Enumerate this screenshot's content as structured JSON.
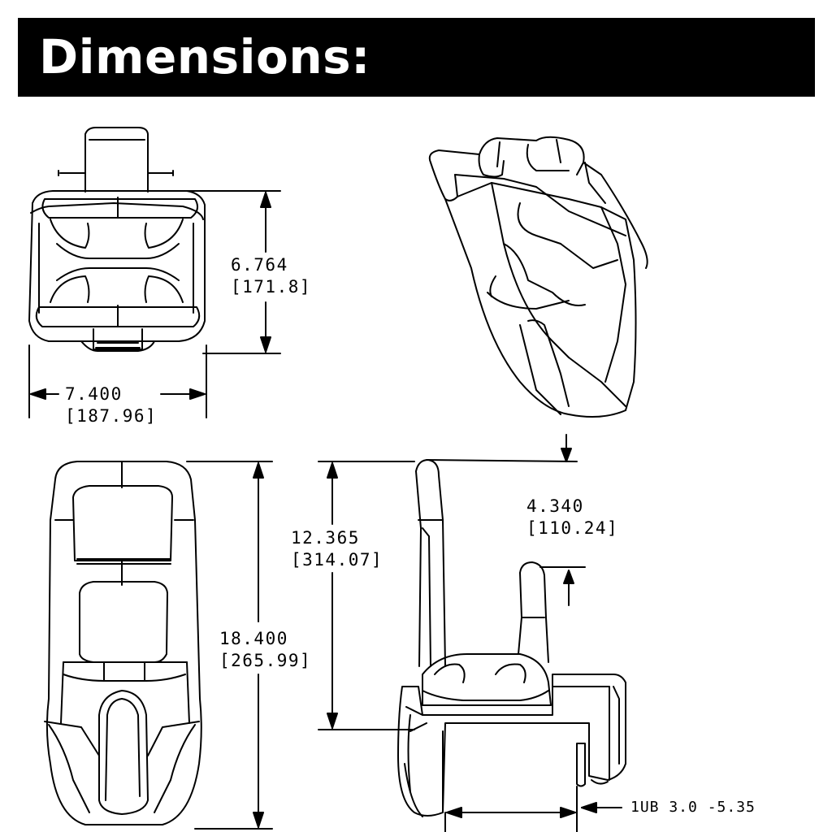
{
  "header": {
    "title": "Dimensions:"
  },
  "dimensions": {
    "height_top": {
      "inches": "6.764",
      "mm": "[171.8]"
    },
    "width": {
      "inches": "7.400",
      "mm": "[187.96]"
    },
    "length": {
      "inches": "18.400",
      "mm": "[265.99]"
    },
    "height_side": {
      "inches": "12.365",
      "mm": "[314.07]"
    },
    "hook_offset": {
      "inches": "4.340",
      "mm": "[110.24]"
    }
  },
  "part_number": "1UB 3.0 -5.35",
  "colors": {
    "ink": "#000000",
    "background": "#ffffff"
  }
}
